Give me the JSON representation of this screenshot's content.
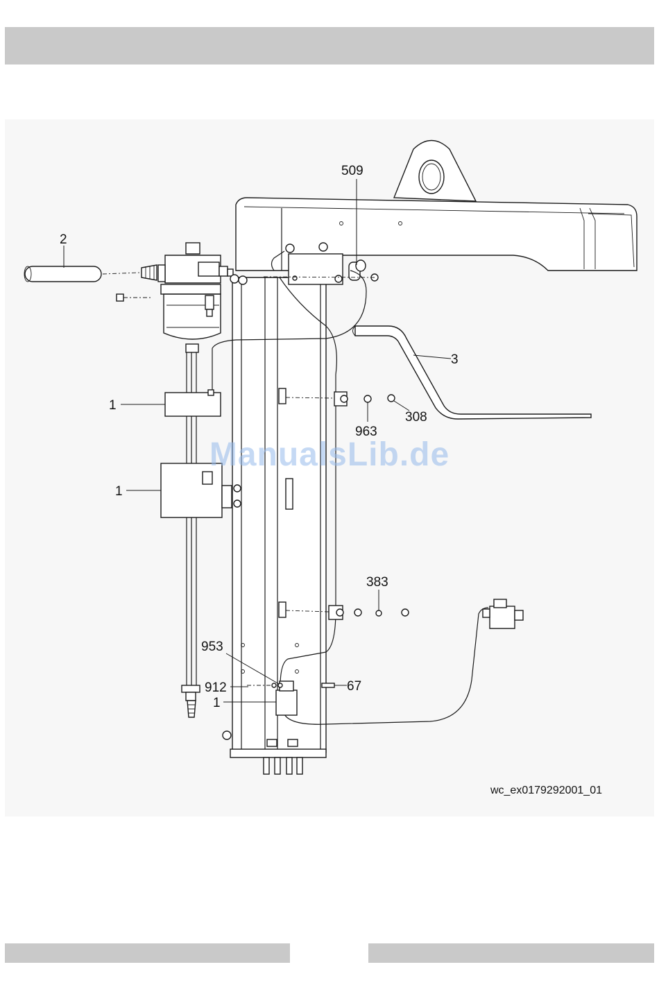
{
  "callouts": {
    "c509": "509",
    "c2": "2",
    "c3": "3",
    "c1_upper": "1",
    "c1_middle": "1",
    "c1_lower": "1",
    "c963": "963",
    "c308": "308",
    "c383": "383",
    "c953": "953",
    "c912": "912",
    "c67": "67"
  },
  "watermark": "ManualsLib.de",
  "drawing_id": "wc_ex0179292001_01",
  "colors": {
    "header_bar": "#c9c9c9",
    "panel": "#f7f7f7",
    "line": "#1a1a1a",
    "watermark": "#96b9eb"
  }
}
